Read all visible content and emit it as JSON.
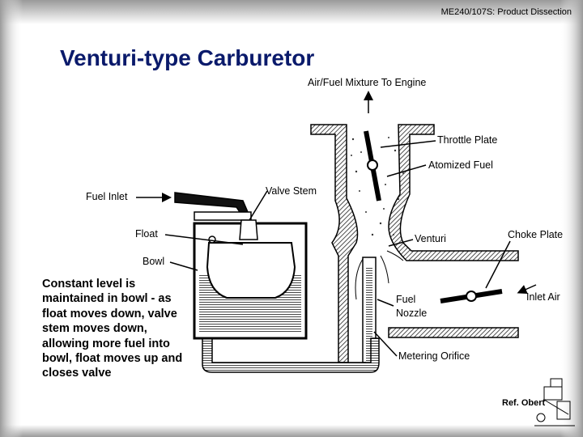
{
  "header": {
    "course": "ME240/107S: Product Dissection",
    "title": "Venturi-type Carburetor"
  },
  "labels": {
    "mixture": "Air/Fuel Mixture To Engine",
    "throttle_plate": "Throttle Plate",
    "atomized_fuel": "Atomized Fuel",
    "fuel_inlet": "Fuel Inlet",
    "valve_stem": "Valve Stem",
    "float": "Float",
    "venturi": "Venturi",
    "choke_plate": "Choke Plate",
    "bowl": "Bowl",
    "inlet_air": "Inlet Air",
    "fuel_nozzle_line1": "Fuel",
    "fuel_nozzle_line2": "Nozzle",
    "metering_orifice": "Metering Orifice"
  },
  "description": "Constant level is maintained in bowl - as float moves down, valve stem moves down, allowing more fuel into bowl, float moves up and closes valve",
  "reference": "Ref. Obert",
  "colors": {
    "title": "#0a1a6b",
    "slide_gradient_light": "#ffffff",
    "slide_gradient_dark": "#a8a8a8"
  }
}
